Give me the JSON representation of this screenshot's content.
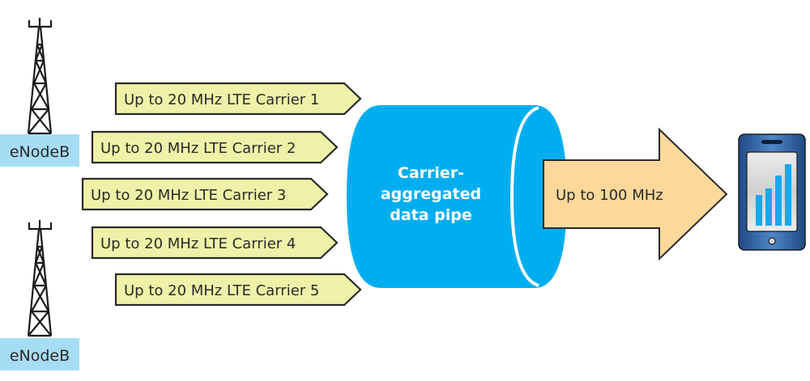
{
  "base_stations": [
    {
      "label": "eNodeB"
    },
    {
      "label": "eNodeB"
    }
  ],
  "carriers": [
    {
      "label": "Up to 20 MHz LTE Carrier 1"
    },
    {
      "label": "Up to 20 MHz LTE Carrier 2"
    },
    {
      "label": "Up to 20 MHz LTE Carrier 3"
    },
    {
      "label": "Up to 20 MHz LTE Carrier 4"
    },
    {
      "label": "Up to 20 MHz LTE Carrier 5"
    }
  ],
  "pipe": {
    "lines": [
      "Carrier-",
      "aggregated",
      "data pipe"
    ]
  },
  "output_arrow": {
    "label": "Up to 100 MHz"
  },
  "device": {
    "name": "smartphone",
    "signal_bars": 4
  },
  "colors": {
    "carrier_fill": "#eef2a8",
    "carrier_stroke": "#2a2a2a",
    "enodeb_label_bg": "#a7dcf5",
    "pipe": "#00aeef",
    "output_arrow_fill": "#fcd89a",
    "phone_body": "#2f5f9e",
    "phone_screen": "#e2e2e2",
    "signal_bar": "#18a8ec",
    "text_dark": "#2a2a2a",
    "text_light": "#ffffff"
  }
}
